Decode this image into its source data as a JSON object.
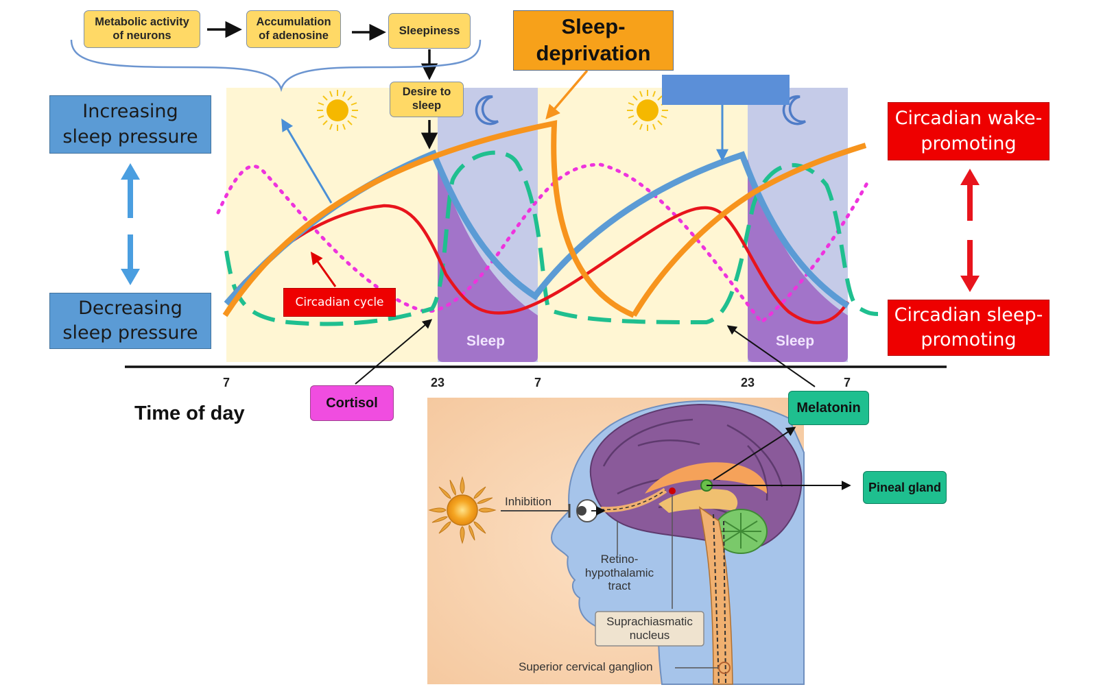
{
  "flow": {
    "metabolic": "Metabolic activity\nof neurons",
    "adenosine": "Accumulation\nof adenosine",
    "sleepiness": "Sleepiness",
    "desire": "Desire to\nsleep"
  },
  "sleep_deprivation": "Sleep-\ndeprivation",
  "pressure": {
    "increasing": "Increasing\nsleep pressure",
    "decreasing": "Decreasing\nsleep pressure"
  },
  "circadian": {
    "wake": "Circadian wake-\npromoting",
    "sleep": "Circadian sleep-\npromoting",
    "cycle_label": "Circadian cycle"
  },
  "phases": {
    "sleep_label": "Sleep"
  },
  "axis": {
    "title": "Time of day",
    "ticks": [
      "7",
      "23",
      "7",
      "23",
      "7"
    ]
  },
  "hormones": {
    "cortisol": "Cortisol",
    "melatonin": "Melatonin",
    "pineal": "Pineal gland"
  },
  "brain": {
    "inhibition": "Inhibition",
    "retino": "Retino-\nhypothalamic\ntract",
    "scn": "Suprachiasmatic\nnucleus",
    "scg": "Superior cervical ganglion"
  },
  "colors": {
    "wake_bg": "#fff6d3",
    "night_bg": "#c5cbe8",
    "sleep_fill": "#a274c9",
    "sleep_pressure": "#5b9bd5",
    "deprivation": "#f7941d",
    "circadian": "#e8141c",
    "cortisol": "#ee33dd",
    "melatonin": "#1fbf8f"
  },
  "icons": [
    "sun-icon",
    "moon-icon",
    "sun-icon",
    "moon-icon"
  ]
}
